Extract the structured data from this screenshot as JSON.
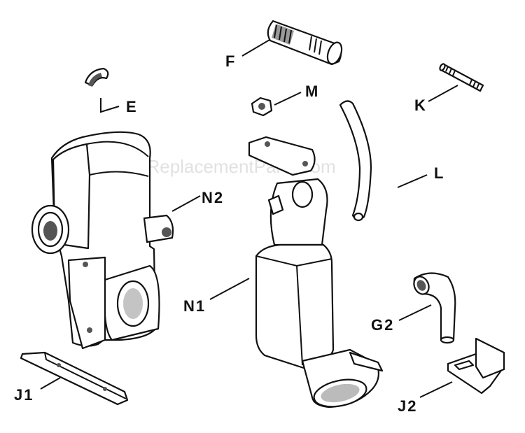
{
  "watermark": "eReplacementParts.com",
  "labels": {
    "F": "F",
    "M": "M",
    "K": "K",
    "E": "E",
    "L": "L",
    "N2": "N2",
    "N1": "N1",
    "G2": "G2",
    "J1": "J1",
    "J2": "J2"
  },
  "colors": {
    "ink": "#111111",
    "watermark": "#c9c9c9",
    "background": "#ffffff"
  }
}
